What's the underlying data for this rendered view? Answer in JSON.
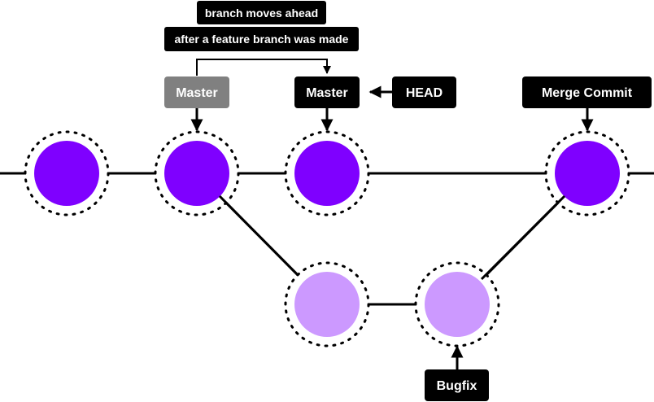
{
  "colors": {
    "main_commit": "#7f00ff",
    "feature_commit": "#cc99ff",
    "label_dark": "#000000",
    "label_old": "#808080",
    "line": "#000000"
  },
  "annotations": {
    "line1": "branch moves ahead",
    "line2": "after a feature branch was made"
  },
  "labels": {
    "master_old": "Master",
    "master_new": "Master",
    "head": "HEAD",
    "merge_commit": "Merge Commit",
    "bugfix": "Bugfix"
  },
  "commits": [
    {
      "id": "c1",
      "branch": "main"
    },
    {
      "id": "c2",
      "branch": "main"
    },
    {
      "id": "c3",
      "branch": "main"
    },
    {
      "id": "c4",
      "branch": "main"
    },
    {
      "id": "f1",
      "branch": "feature"
    },
    {
      "id": "f2",
      "branch": "feature"
    }
  ]
}
